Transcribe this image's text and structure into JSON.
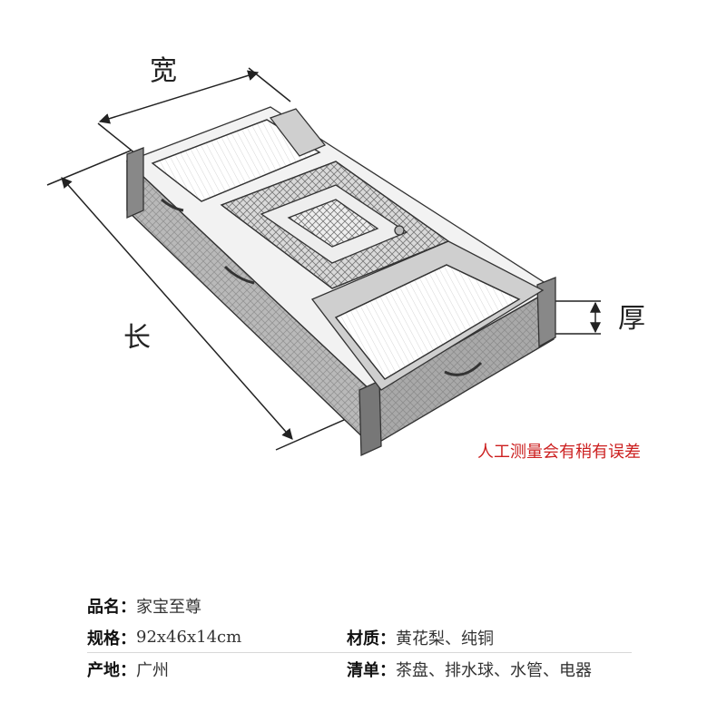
{
  "dimensions": {
    "width_label": "宽",
    "length_label": "长",
    "thickness_label": "厚"
  },
  "note": "人工测量会有稍有误差",
  "specs": {
    "name": {
      "key": "品名：",
      "value": "家宝至尊"
    },
    "size": {
      "key": "规格：",
      "value": "92x46x14cm"
    },
    "material": {
      "key": "材质：",
      "value": "黄花梨、纯铜"
    },
    "origin": {
      "key": "产地：",
      "value": "广州"
    },
    "list": {
      "key": "清单：",
      "value": "茶盘、排水球、水管、电器"
    }
  },
  "colors": {
    "note": "#cc1f1f",
    "line": "#222222",
    "wood": "#8a8a8a"
  }
}
